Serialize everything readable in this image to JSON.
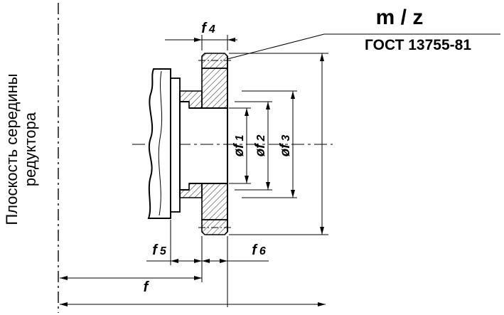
{
  "drawing": {
    "plane_label": {
      "line1": "Плоскость середины",
      "line2": "редуктора"
    },
    "spec": {
      "module_label": "m / z",
      "standard": "ГОСТ 13755-81"
    },
    "dimensions": {
      "f4": {
        "symbol": "f",
        "index": "4"
      },
      "f5": {
        "symbol": "f",
        "index": "5"
      },
      "f6": {
        "symbol": "f",
        "index": "6"
      },
      "f": {
        "symbol": "f",
        "index": ""
      },
      "df1": {
        "symbol": "øf",
        "index": "1"
      },
      "df2": {
        "symbol": "øf",
        "index": "2"
      },
      "df3": {
        "symbol": "øf",
        "index": "3"
      }
    },
    "colors": {
      "line": "#000000",
      "background": "#ffffff"
    }
  }
}
